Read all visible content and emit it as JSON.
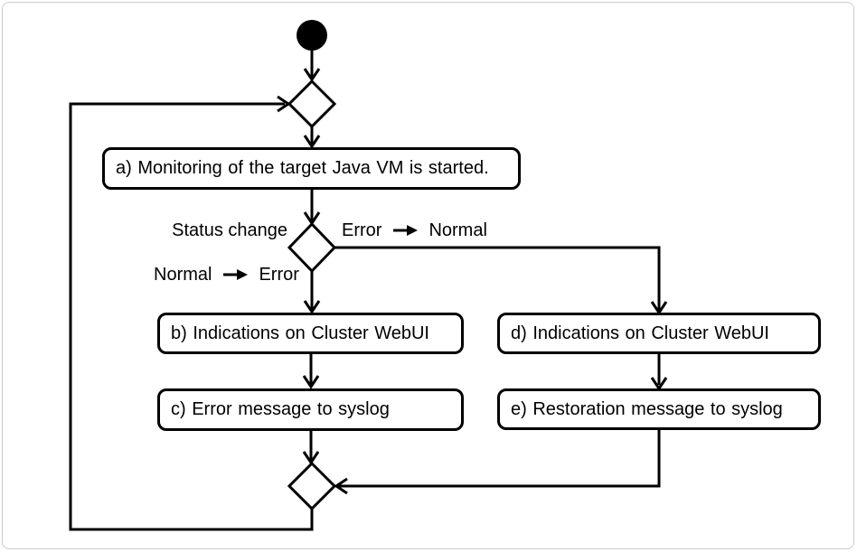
{
  "activities": {
    "a": {
      "label": "a) Monitoring of the target Java VM is started."
    },
    "b": {
      "label": "b) Indications on Cluster WebUI"
    },
    "c": {
      "label": "c) Error message to syslog"
    },
    "d": {
      "label": "d) Indications on Cluster WebUI"
    },
    "e": {
      "label": "e) Restoration message to syslog"
    }
  },
  "edge_labels": {
    "decision": "Status change",
    "error_to_normal": {
      "from": "Error",
      "to": "Normal"
    },
    "normal_to_error": {
      "from": "Normal",
      "to": "Error"
    }
  },
  "colors": {
    "line": "#000000",
    "node_fill": "#ffffff",
    "background": "#ffffff",
    "frame_border": "#cccccc"
  }
}
